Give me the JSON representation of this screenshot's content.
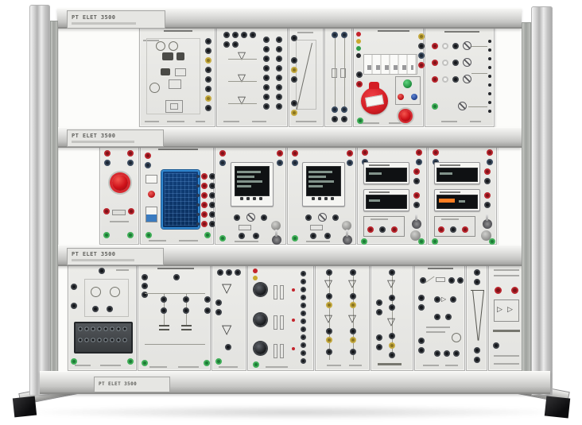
{
  "frame": {
    "rail_labels": [
      "PT ELET 3500",
      "PT ELET 3500",
      "PT ELET 3500",
      "PT ELET 3500"
    ]
  },
  "glyphs": {
    "triangle_down": "▽",
    "triangle_up": "△",
    "triangle_right": "▷"
  },
  "colors": {
    "background": "#ffffff",
    "panel_gray": "#e9e9e7",
    "frame_aluminum": "#c9c9c9",
    "cee_socket_red": "#d41e25",
    "emergency_stop_red": "#ce1119",
    "socket_black": "#14161a",
    "socket_red": "#b8242c",
    "socket_green": "#3fae57",
    "socket_yellow": "#c4a93f",
    "socket_navy": "#2b3b55",
    "relay_window_blue": "#3187cf",
    "display_background": "#0f1113",
    "display_digits": "#a9bfb4",
    "display_digits_orange": "#ff7e22"
  }
}
